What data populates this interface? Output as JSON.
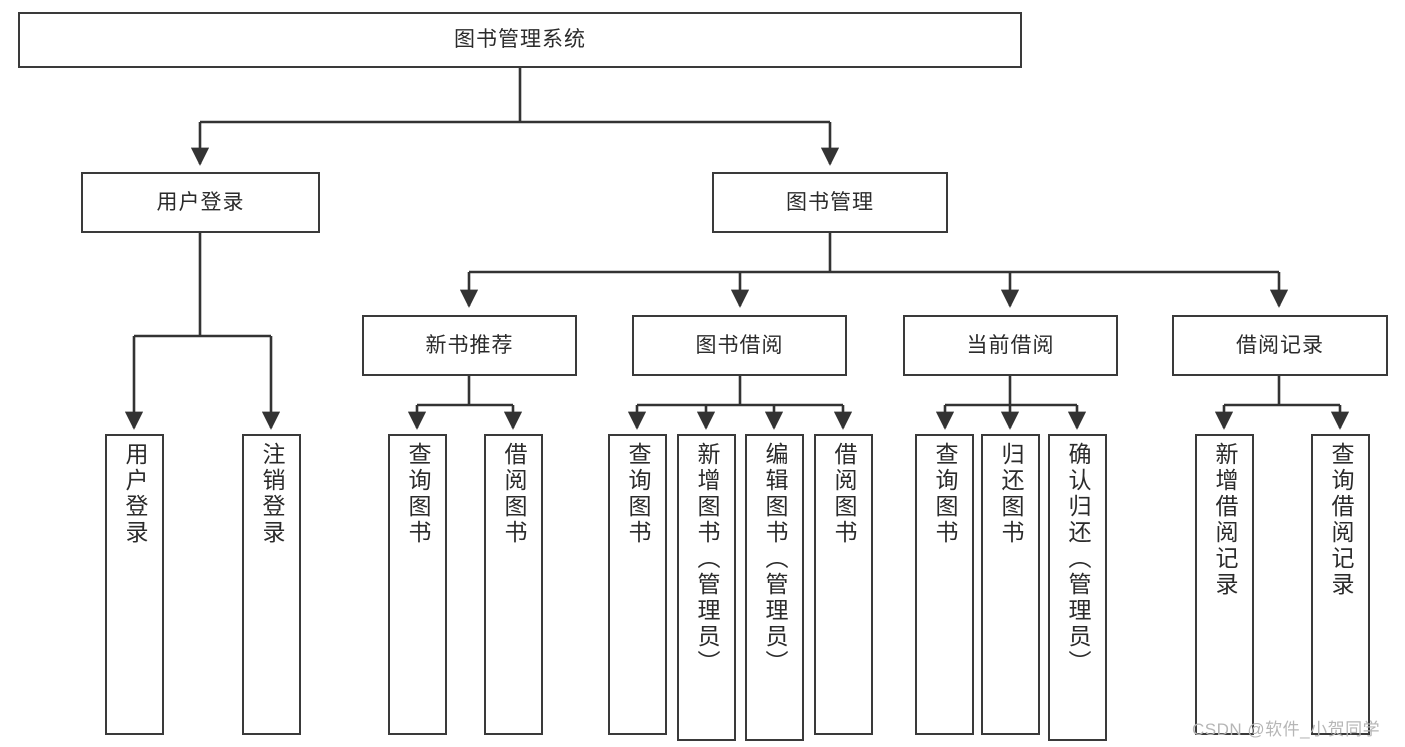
{
  "diagram": {
    "type": "tree-hierarchy",
    "title": "图书管理系统",
    "orientation": "top-down",
    "root": {
      "id": "root",
      "label": "图书管理系统",
      "text_direction": "horizontal"
    },
    "level2": [
      {
        "id": "user-login",
        "label": "用户登录",
        "text_direction": "horizontal"
      },
      {
        "id": "book-management",
        "label": "图书管理",
        "text_direction": "horizontal"
      }
    ],
    "level3": [
      {
        "id": "new-book-recommend",
        "label": "新书推荐",
        "text_direction": "horizontal"
      },
      {
        "id": "book-borrow",
        "label": "图书借阅",
        "text_direction": "horizontal"
      },
      {
        "id": "current-borrow",
        "label": "当前借阅",
        "text_direction": "horizontal"
      },
      {
        "id": "borrow-record",
        "label": "借阅记录",
        "text_direction": "horizontal"
      }
    ],
    "leaves": {
      "user-login": [
        {
          "id": "leaf-user-login",
          "label": "用户登录"
        },
        {
          "id": "leaf-logout-login",
          "label": "注销登录"
        }
      ],
      "new-book-recommend": [
        {
          "id": "leaf-query-book-1",
          "label": "查询图书"
        },
        {
          "id": "leaf-borrow-book-1",
          "label": "借阅图书"
        }
      ],
      "book-borrow": [
        {
          "id": "leaf-query-book-2",
          "label": "查询图书"
        },
        {
          "id": "leaf-add-book",
          "label": "新增图书（管理员）"
        },
        {
          "id": "leaf-edit-book",
          "label": "编辑图书（管理员）"
        },
        {
          "id": "leaf-borrow-book-2",
          "label": "借阅图书"
        }
      ],
      "current-borrow": [
        {
          "id": "leaf-query-book-3",
          "label": "查询图书"
        },
        {
          "id": "leaf-return-book",
          "label": "归还图书"
        },
        {
          "id": "leaf-confirm-return",
          "label": "确认归还（管理员）"
        }
      ],
      "borrow-record": [
        {
          "id": "leaf-add-record",
          "label": "新增借阅记录"
        },
        {
          "id": "leaf-query-record",
          "label": "查询借阅记录"
        }
      ]
    },
    "colors": {
      "border": "#3a3a3a",
      "background": "#ffffff",
      "text": "#2b2b2b",
      "connector": "#333333",
      "watermark": "#b6b6b6"
    }
  },
  "watermark": {
    "text": "CSDN @软件_小贺同学"
  }
}
